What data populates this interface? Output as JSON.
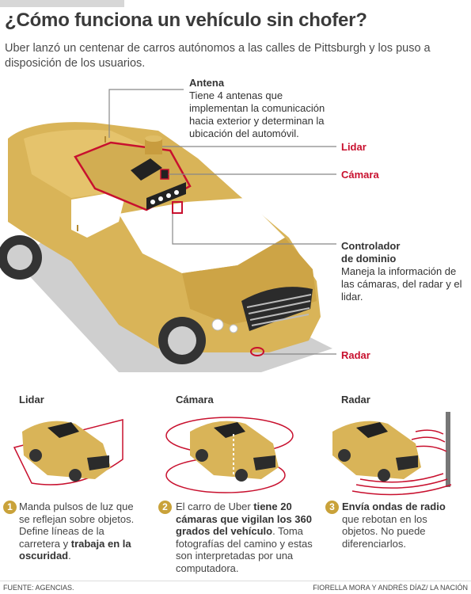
{
  "title": "¿Cómo funciona un vehículo sin chofer?",
  "subtitle": "Uber lanzó un centenar de carros autónomos a las calles de Pittsburgh y los puso a disposición de los usuarios.",
  "callouts": {
    "antena": {
      "title": "Antena",
      "body": "Tiene 4 antenas que implementan la comunicación hacia exterior y determinan la ubicación del automóvil."
    },
    "lidar": {
      "title": "Lidar"
    },
    "camara": {
      "title": "Cámara"
    },
    "controlador": {
      "title_1": "Controlador",
      "title_2": "de dominio",
      "body": "Maneja la información de las cámaras, del radar y el lidar."
    },
    "radar": {
      "title": "Radar"
    }
  },
  "panels": [
    {
      "heading": "Lidar",
      "number": "1",
      "text_1": "Manda pulsos de luz que se reflejan sobre objetos. Define líneas de la carretera y ",
      "bold_1": "trabaja en la oscuridad",
      "text_2": "."
    },
    {
      "heading": "Cámara",
      "number": "2",
      "text_1": "El carro de Uber ",
      "bold_1": "tiene 20 cámaras que vigilan los 360 grados del vehículo",
      "text_2": ". Toma fotografías del camino y estas son interpretadas por una computadora."
    },
    {
      "heading": "Radar",
      "number": "3",
      "bold_1": "Envía ondas de radio",
      "text_2": " que rebotan en los objetos. No puede diferenciarlos."
    }
  ],
  "footer": {
    "source": "FUENTE:  AGENCIAS.",
    "credit": "FIORELLA MORA Y ANDRÉS DÍAZ/ LA NACIÓN"
  },
  "colors": {
    "accent": "#c8102e",
    "car": "#d8b258",
    "badge": "#c9a23a"
  }
}
